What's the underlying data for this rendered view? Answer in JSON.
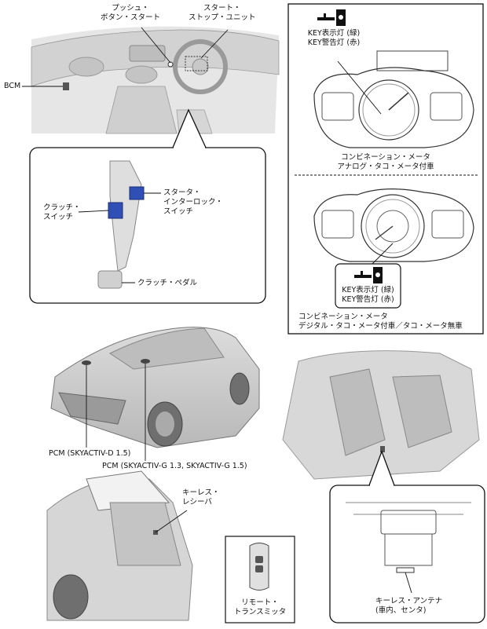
{
  "labels": {
    "push_button_start": "プッシュ・\nボタン・スタート",
    "start_stop_unit": "スタート・\nストップ・ユニット",
    "bcm": "BCM",
    "clutch_switch": "クラッチ・\nスイッチ",
    "starter_interlock_switch": "スタータ・\nインターロック・\nスイッチ",
    "clutch_pedal": "クラッチ・ペダル",
    "key_lamp_upper": "KEY表示灯 (緑)\nKEY警告灯 (赤)",
    "meter_analog": "コンビネーション・メータ\nアナログ・タコ・メータ付車",
    "key_lamp_lower": "KEY表示灯 (緑)\nKEY警告灯 (赤)",
    "meter_digital": "コンビネーション・メータ\nデジタル・タコ・メータ付車／タコ・メータ無車",
    "pcm_diesel": "PCM (SKYACTIV-D 1.5)",
    "pcm_gasoline": "PCM (SKYACTIV-G 1.3, SKYACTIV-G 1.5)",
    "keyless_receiver": "キーレス・\nレシーバ",
    "remote_transmitter": "リモート・\nトランスミッタ",
    "keyless_antenna": "キーレス・アンテナ\n(車内、センタ)"
  }
}
